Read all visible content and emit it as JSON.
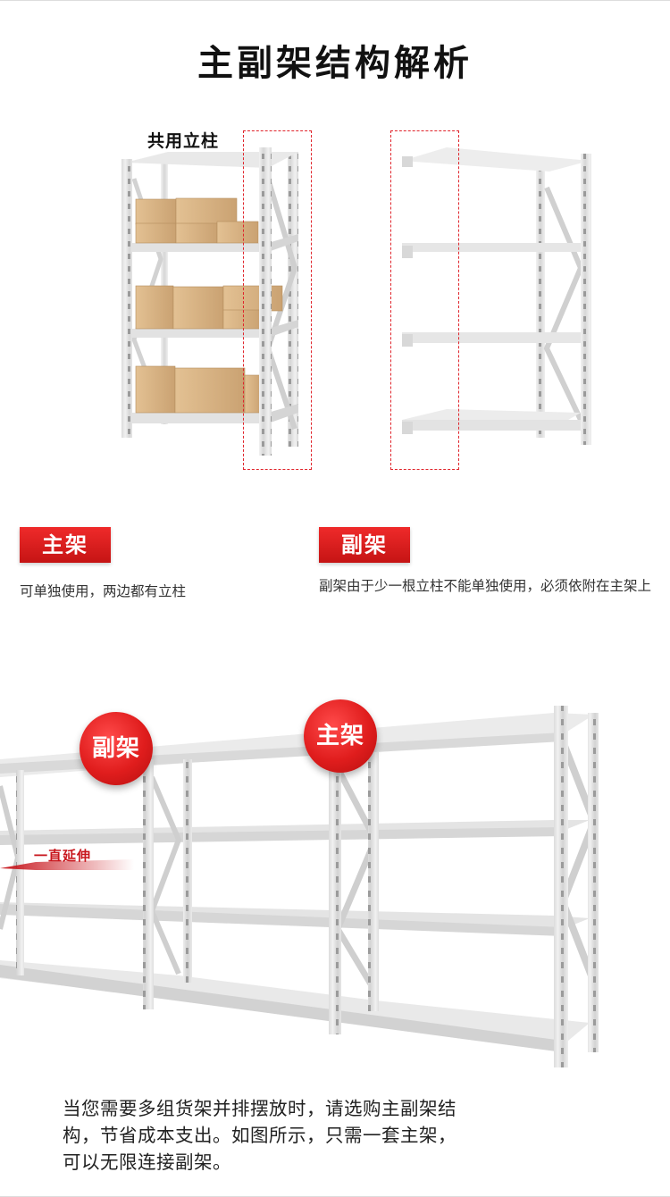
{
  "header": {
    "title": "主副架结构解析"
  },
  "top_section": {
    "shared_post_label": "共用立柱"
  },
  "main_frame": {
    "tag": "主架",
    "description": "可单独使用，两边都有立柱"
  },
  "sub_frame": {
    "tag": "副架",
    "description": "副架由于少一根立柱不能单独使用，必须依附在主架上"
  },
  "illustration": {
    "badge_sub": "副架",
    "badge_main": "主架",
    "extend_label": "一直延伸"
  },
  "footer": {
    "description": "当您需要多组货架并排摆放时，请选购主副架结构，节省成本支出。如图所示，只需一套主架，可以无限连接副架。"
  },
  "colors": {
    "accent": "#e0242b",
    "tag_bg": "#d81e1e",
    "shelf_metal": "#e6e6e6",
    "box": "#d9b486"
  }
}
